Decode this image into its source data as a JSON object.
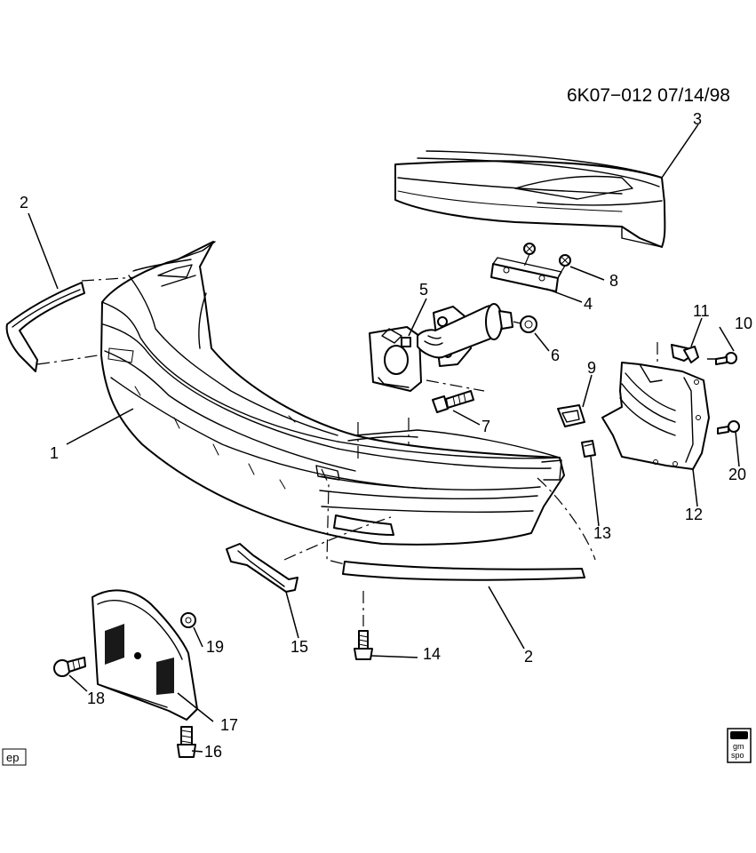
{
  "header": {
    "reference": "6K07−012  07/14/98"
  },
  "corner_labels": {
    "left_tag": "ep",
    "right_tag_top": "gm",
    "right_tag_bottom": "spo"
  },
  "callouts": {
    "c1": "1",
    "c2_left": "2",
    "c2_bottom": "2",
    "c3": "3",
    "c4": "4",
    "c5": "5",
    "c6": "6",
    "c7": "7",
    "c8": "8",
    "c9": "9",
    "c10": "10",
    "c11": "11",
    "c12": "12",
    "c13": "13",
    "c14": "14",
    "c15": "15",
    "c16": "16",
    "c17": "17",
    "c18": "18",
    "c19": "19",
    "c20": "20"
  }
}
